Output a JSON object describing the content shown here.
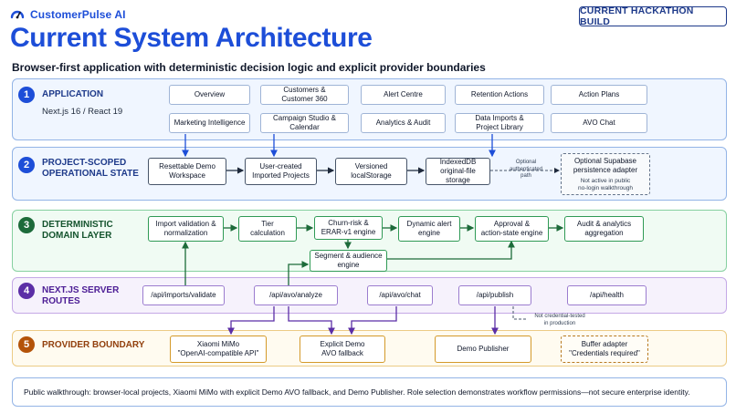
{
  "brand": {
    "name": "CustomerPulse AI",
    "logo_icon": "gauge-icon"
  },
  "badge": "CURRENT HACKATHON BUILD",
  "title": "Current System Architecture",
  "subtitle": "Browser-first application with deterministic decision logic and explicit provider boundaries",
  "layers": [
    {
      "number": "1",
      "label": "APPLICATION",
      "sub": "Next.js 16 / React 19"
    },
    {
      "number": "2",
      "label": "PROJECT-SCOPED\nOPERATIONAL STATE"
    },
    {
      "number": "3",
      "label": "DETERMINISTIC\nDOMAIN LAYER"
    },
    {
      "number": "4",
      "label": "NEXT.JS SERVER\nROUTES"
    },
    {
      "number": "5",
      "label": "PROVIDER BOUNDARY"
    }
  ],
  "app_modules": [
    "Overview",
    "Customers &\nCustomer 360",
    "Alert Centre",
    "Retention Actions",
    "Action Plans",
    "Marketing Intelligence",
    "Campaign Studio &\nCalendar",
    "Analytics & Audit",
    "Data Imports &\nProject Library",
    "AVO Chat"
  ],
  "state_nodes": [
    "Resettable Demo\nWorkspace",
    "User-created\nImported Projects",
    "Versioned\nlocalStorage",
    "IndexedDB\noriginal-file storage"
  ],
  "state_optional": {
    "edge_label": "Optional\nauthenticated\npath",
    "title": "Optional Supabase\npersistence adapter",
    "note": "Not active in public\nno-login walkthrough"
  },
  "domain_nodes": [
    "Import validation &\nnormalization",
    "Tier\ncalculation",
    "Churn-risk &\nERAR-v1 engine",
    "Dynamic alert\nengine",
    "Approval &\naction-state engine",
    "Audit & analytics\naggregation",
    "Segment & audience\nengine"
  ],
  "routes": [
    "/api/imports/validate",
    "/api/avo/analyze",
    "/api/avo/chat",
    "/api/publish",
    "/api/health"
  ],
  "route_note": "Not credential-tested\nin production",
  "providers": [
    "Xiaomi MiMo\n\"OpenAI-compatible API\"",
    "Explicit Demo\nAVO fallback",
    "Demo Publisher",
    "Buffer adapter\n\"Credentials required\""
  ],
  "footer": "Public walkthrough: browser-local projects, Xiaomi MiMo with explicit Demo AVO fallback, and Demo Publisher. Role selection demonstrates workflow permissions—not secure enterprise identity.",
  "colors": {
    "accent": "#1d4ed8",
    "application": "#1d4ed8",
    "state": "#1d4ed8",
    "domain": "#1d6b3a",
    "routes": "#5b2ea6",
    "provider": "#b45309"
  }
}
